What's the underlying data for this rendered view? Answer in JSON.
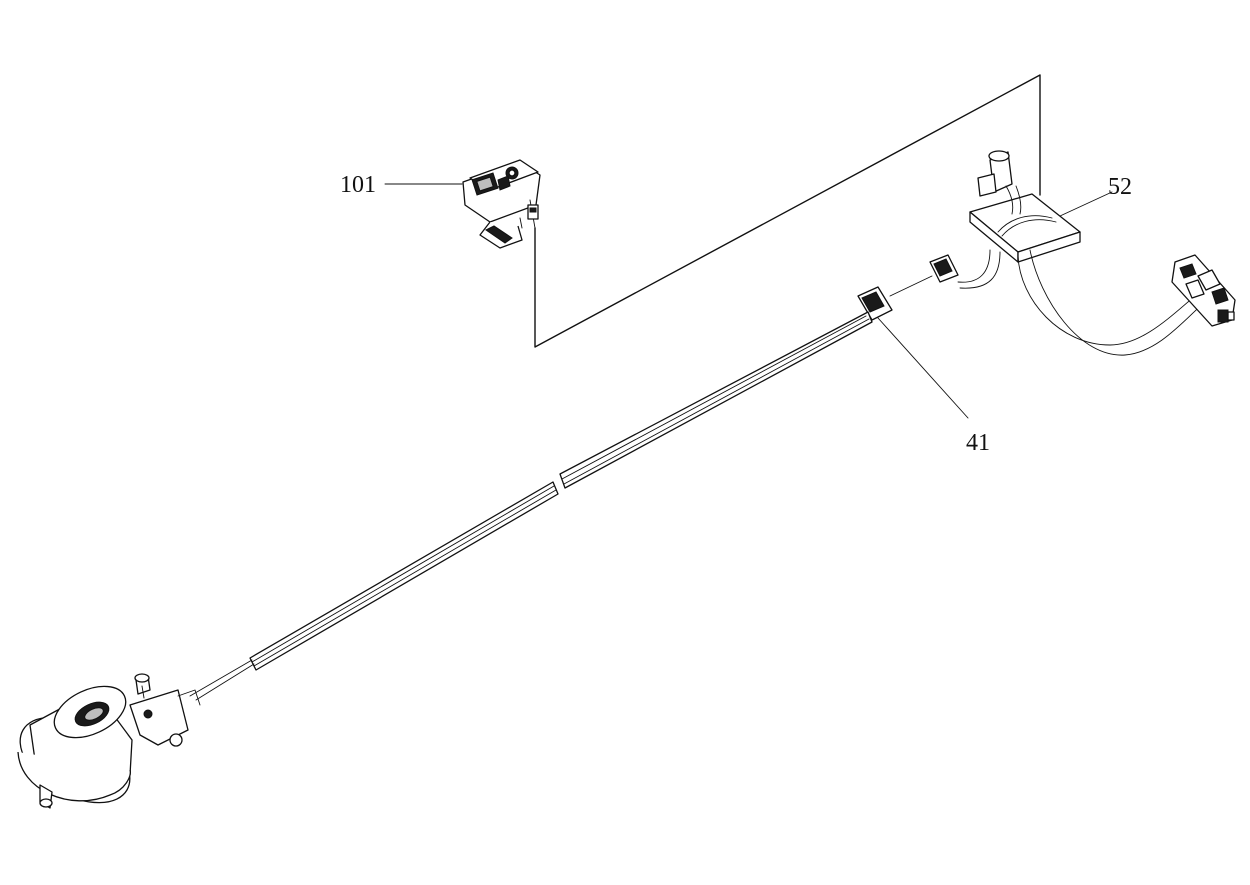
{
  "callouts": [
    {
      "id": "101",
      "label": "101"
    },
    {
      "id": "52",
      "label": "52"
    },
    {
      "id": "41",
      "label": "41"
    }
  ],
  "colors": {
    "line": "#111111",
    "background": "#ffffff"
  }
}
